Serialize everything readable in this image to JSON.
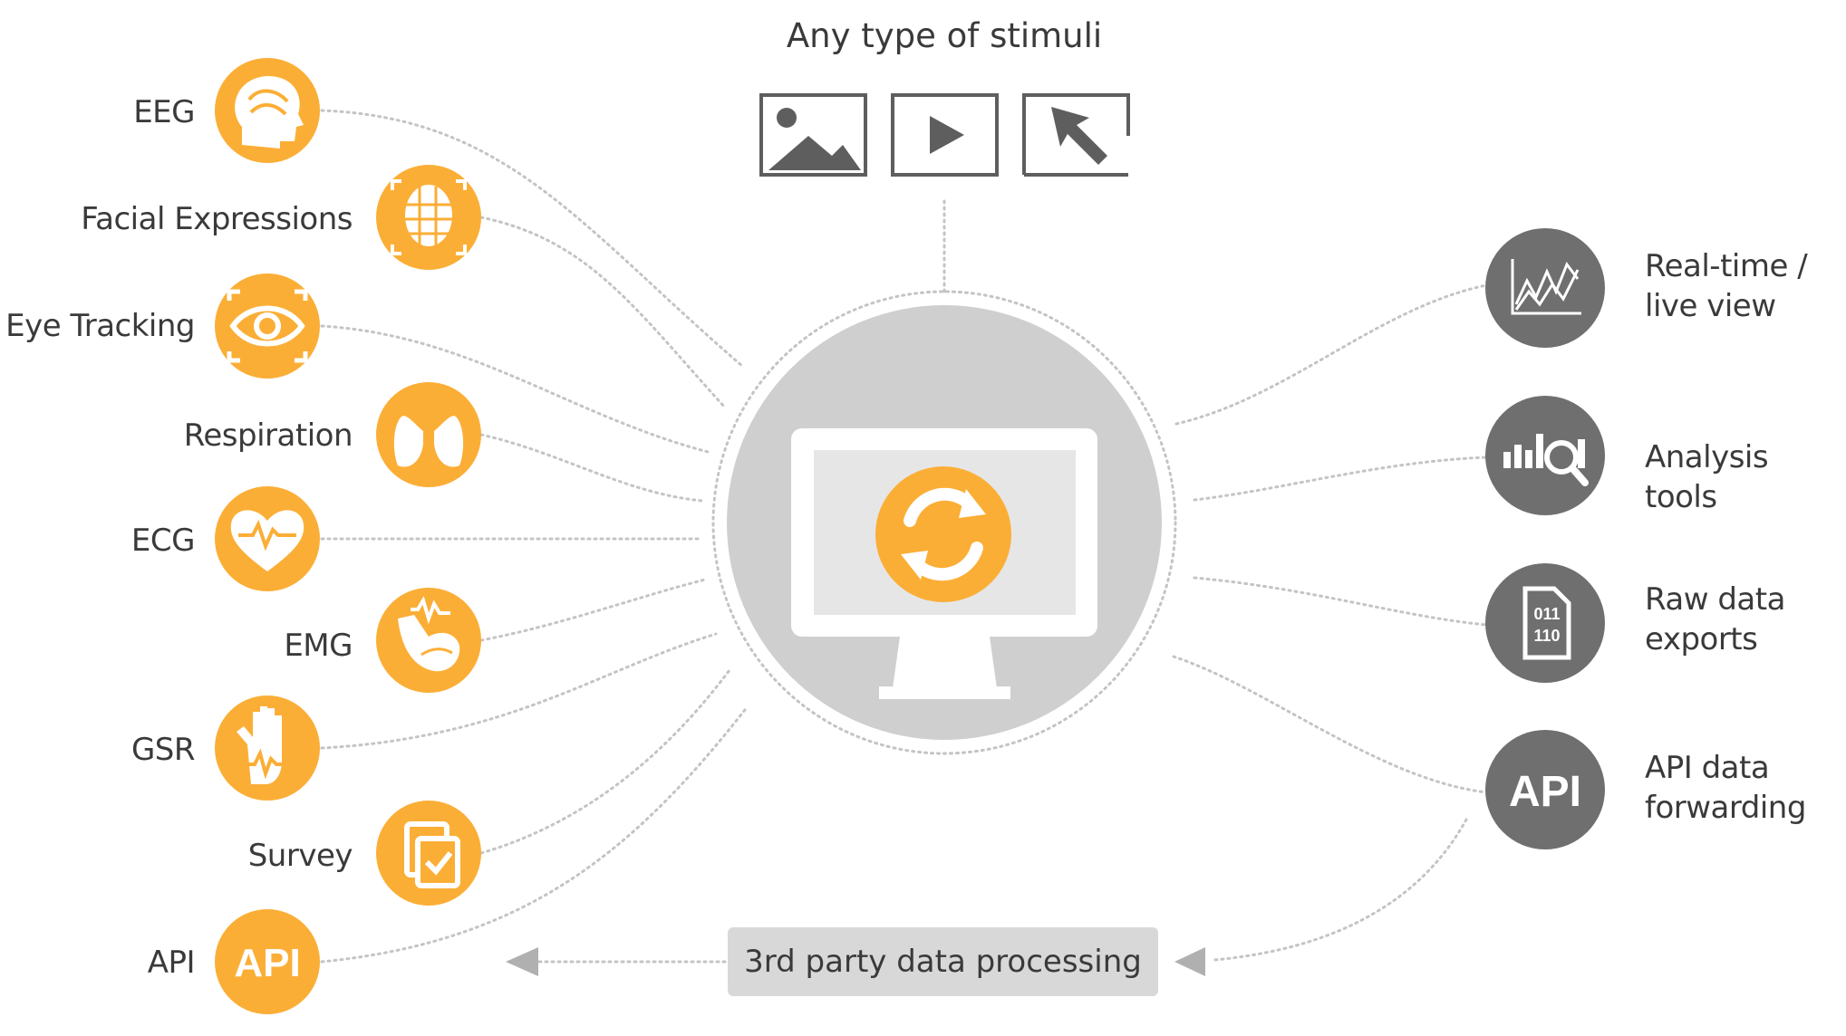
{
  "header": {
    "title": "Any type of stimuli"
  },
  "stimuli": [
    {
      "icon": "image-icon"
    },
    {
      "icon": "play-icon"
    },
    {
      "icon": "cursor-arrow-icon"
    }
  ],
  "hub": {
    "icon": "sync-monitor-icon"
  },
  "inputs": [
    {
      "label": "EEG",
      "icon": "brain-head-icon"
    },
    {
      "label": "Facial Expressions",
      "icon": "face-grid-icon"
    },
    {
      "label": "Eye Tracking",
      "icon": "eye-icon"
    },
    {
      "label": "Respiration",
      "icon": "lungs-icon"
    },
    {
      "label": "ECG",
      "icon": "heart-pulse-icon"
    },
    {
      "label": "EMG",
      "icon": "arm-muscle-icon"
    },
    {
      "label": "GSR",
      "icon": "hand-signal-icon"
    },
    {
      "label": "Survey",
      "icon": "clipboard-check-icon"
    },
    {
      "label": "API",
      "icon": "api-icon",
      "badge": "API"
    }
  ],
  "outputs": [
    {
      "label": "Real-time /\nlive view",
      "icon": "line-chart-icon"
    },
    {
      "label": "Analysis tools",
      "icon": "bar-magnifier-icon"
    },
    {
      "label": "Raw data\nexports",
      "icon": "binary-file-icon",
      "badge_line1": "011",
      "badge_line2": "110"
    },
    {
      "label": "API data\nforwarding",
      "icon": "api-icon",
      "badge": "API"
    }
  ],
  "third_party": {
    "label": "3rd party data processing"
  },
  "colors": {
    "accent": "#fbae36",
    "gray_icon": "#6f6f6f",
    "hub_fill": "#cfcfcf",
    "line": "#c4c4c4",
    "arrow": "#b0b0b0"
  }
}
